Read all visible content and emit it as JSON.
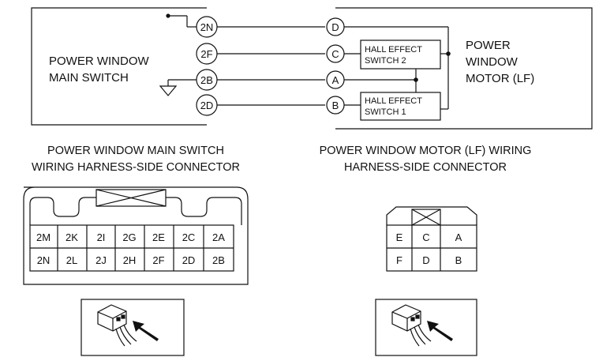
{
  "main_switch": {
    "title_line1": "POWER WINDOW",
    "title_line2": "MAIN SWITCH",
    "terminals": [
      "2N",
      "2F",
      "2B",
      "2D"
    ]
  },
  "motor": {
    "title_line1": "POWER",
    "title_line2": "WINDOW",
    "title_line3": "MOTOR (LF)",
    "terminals": [
      "D",
      "C",
      "A",
      "B"
    ],
    "hall_switch_2": {
      "line1": "HALL EFFECT",
      "line2": "SWITCH 2"
    },
    "hall_switch_1": {
      "line1": "HALL EFFECT",
      "line2": "SWITCH 1"
    }
  },
  "captions": {
    "left_line1": "POWER WINDOW MAIN SWITCH",
    "left_line2": "WIRING HARNESS-SIDE CONNECTOR",
    "right_line1": "POWER WINDOW MOTOR (LF) WIRING",
    "right_line2": "HARNESS-SIDE CONNECTOR"
  },
  "main_connector": {
    "row1": [
      "2M",
      "2K",
      "2I",
      "2G",
      "2E",
      "2C",
      "2A"
    ],
    "row2": [
      "2N",
      "2L",
      "2J",
      "2H",
      "2F",
      "2D",
      "2B"
    ]
  },
  "motor_connector": {
    "row1": [
      "E",
      "C",
      "A"
    ],
    "row2": [
      "F",
      "D",
      "B"
    ]
  },
  "icons": {
    "left_probe": "connector-probe-icon",
    "right_probe": "connector-probe-icon"
  }
}
